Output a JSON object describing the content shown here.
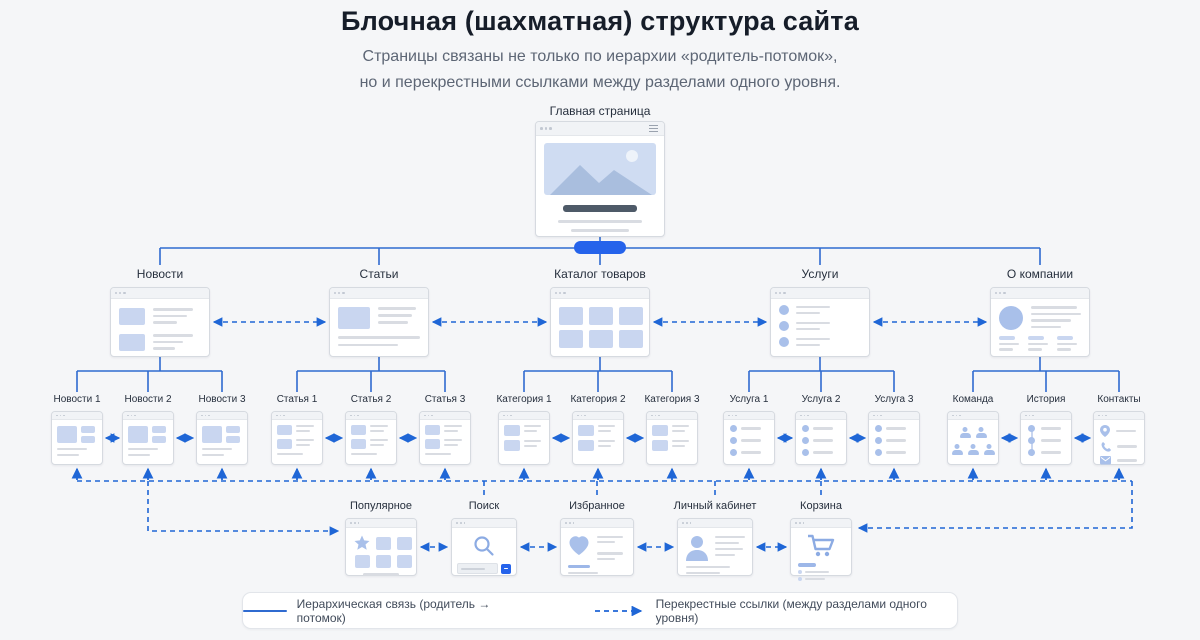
{
  "header": {
    "title": "Блочная (шахматная) структура сайта",
    "subtitle_line1": "Страницы связаны не только по иерархии «родитель-потомок»,",
    "subtitle_line2": "но и перекрестными ссылками между разделами одного уровня."
  },
  "root": {
    "label": "Главная страница",
    "icon": "hero-image-icon"
  },
  "sections": [
    {
      "label": "Новости",
      "icon": "news-list-icon"
    },
    {
      "label": "Статьи",
      "icon": "article-icon"
    },
    {
      "label": "Каталог товаров",
      "icon": "product-grid-icon"
    },
    {
      "label": "Услуги",
      "icon": "services-list-icon"
    },
    {
      "label": "О компании",
      "icon": "about-company-icon"
    }
  ],
  "children": [
    {
      "label": "Новости 1",
      "icon": "news-item-icon"
    },
    {
      "label": "Новости 2",
      "icon": "news-item-icon"
    },
    {
      "label": "Новости 3",
      "icon": "news-item-icon"
    },
    {
      "label": "Статья 1",
      "icon": "article-item-icon"
    },
    {
      "label": "Статья 2",
      "icon": "article-item-icon"
    },
    {
      "label": "Статья 3",
      "icon": "article-item-icon"
    },
    {
      "label": "Категория 1",
      "icon": "category-item-icon"
    },
    {
      "label": "Категория 2",
      "icon": "category-item-icon"
    },
    {
      "label": "Категория 3",
      "icon": "category-item-icon"
    },
    {
      "label": "Услуга 1",
      "icon": "service-item-icon"
    },
    {
      "label": "Услуга 2",
      "icon": "service-item-icon"
    },
    {
      "label": "Услуга 3",
      "icon": "service-item-icon"
    },
    {
      "label": "Команда",
      "icon": "team-icon"
    },
    {
      "label": "История",
      "icon": "timeline-icon"
    },
    {
      "label": "Контакты",
      "icon": "contacts-icon"
    }
  ],
  "utilities": [
    {
      "label": "Популярное",
      "icon": "star-grid-icon"
    },
    {
      "label": "Поиск",
      "icon": "search-icon"
    },
    {
      "label": "Избранное",
      "icon": "heart-icon"
    },
    {
      "label": "Личный кабинет",
      "icon": "user-icon"
    },
    {
      "label": "Корзина",
      "icon": "cart-icon"
    }
  ],
  "legend": {
    "hierarchy_label": "Иерархическая связь (родитель → потомок)",
    "cross_label": "Перекрестные ссылки (между разделами одного уровня)"
  },
  "colors": {
    "solid_link": "#2f6bd0",
    "dashed_link": "#1f66d6",
    "block_blue": "#c9d6f0",
    "icon_blue": "#a9c0ea",
    "button_blue": "#2563eb"
  }
}
